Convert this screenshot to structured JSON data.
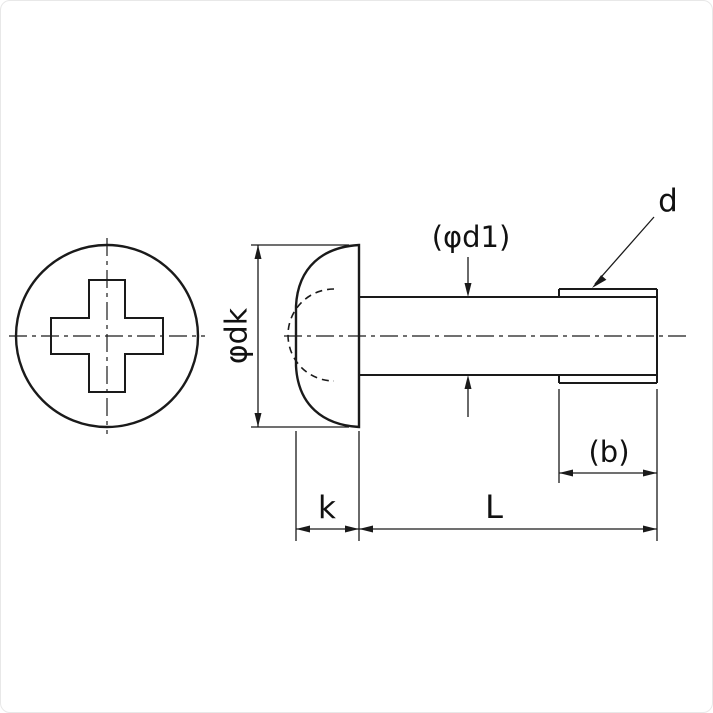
{
  "drawing": {
    "labels": {
      "head_diameter": "φdk",
      "shank_diameter": "(φd1)",
      "thread_diameter": "d",
      "thread_length": "(b)",
      "head_height": "k",
      "screw_length": "L"
    }
  }
}
